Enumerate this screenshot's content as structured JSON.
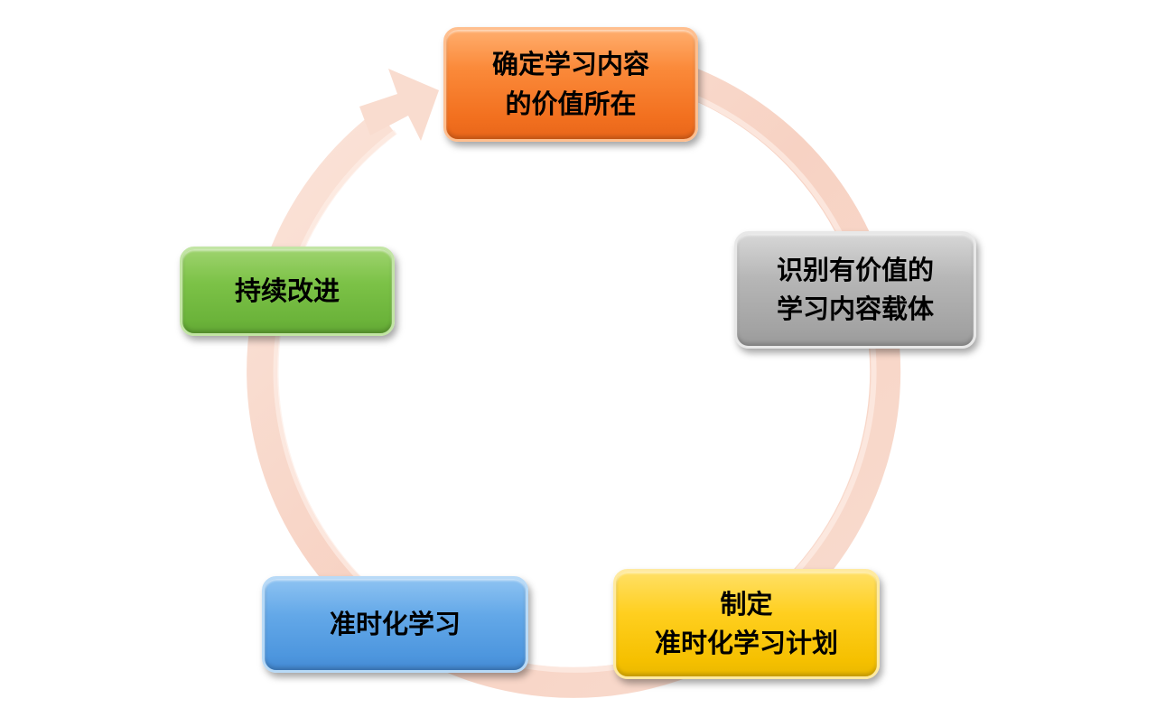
{
  "steps": [
    {
      "lines": [
        "确定学习内容",
        "的价值所在"
      ],
      "color": "#f57a2a"
    },
    {
      "lines": [
        "识别有价值的",
        "学习内容载体"
      ],
      "color": "#a8a8a8"
    },
    {
      "lines": [
        "制定",
        "准时化学习计划"
      ],
      "color": "#ffc90e"
    },
    {
      "lines": [
        "准时化学习"
      ],
      "color": "#5b9fe3"
    },
    {
      "lines": [
        "持续改进"
      ],
      "color": "#74bd42"
    }
  ],
  "ring": {
    "color": "#f9d9cc",
    "direction": "clockwise"
  }
}
